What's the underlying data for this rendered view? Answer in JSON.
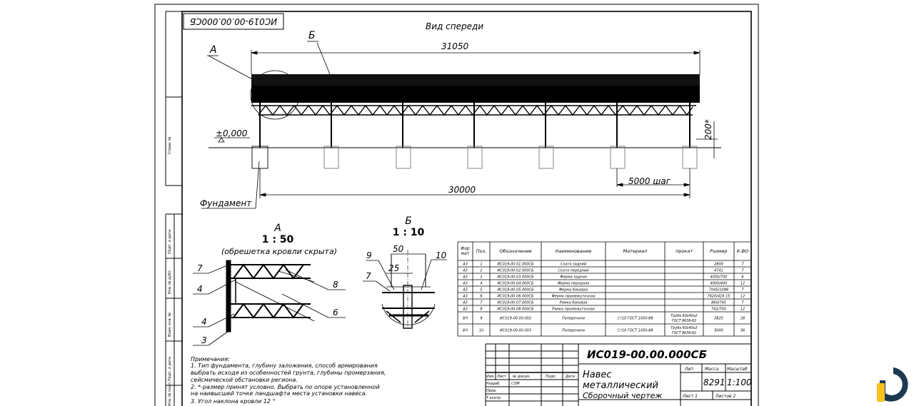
{
  "drawing": {
    "stamp_rotated": "ИС019-00.00.000СБ",
    "view_title": "Вид спереди",
    "callout_a": "А",
    "callout_b": "Б",
    "dim_total": "31050",
    "dim_axes": "30000",
    "dim_step": "5000 шаг",
    "dim_height": "200*",
    "level": "±0,000",
    "foundation_label": "Фундамент"
  },
  "left_strip": {
    "labels": [
      "Справ. №",
      "Подп. и дата",
      "Инв. № дубл.",
      "Взам. инв. №",
      "Подп. и дата",
      "Инв. № подл."
    ]
  },
  "detail_a": {
    "title": "А",
    "scale": "1 : 50",
    "note": "(обрешетка кровли скрыта)",
    "leaders": [
      "7",
      "4",
      "4",
      "3",
      "8",
      "6"
    ]
  },
  "detail_b": {
    "title": "Б",
    "scale": "1 : 10",
    "dim_50": "50",
    "dim_25": "25",
    "leaders": [
      "9",
      "7",
      "10"
    ]
  },
  "notes": {
    "heading": "Примечания:",
    "lines": [
      "1. Тип фундамента, глубину заложения, способ армирования",
      "выбрать исходя из особенностей грунта, глубины промерзания,",
      "сейсмической обстановки региона.",
      "2. *-размер принят условно. Выбрать по опоре установленной",
      "на наивысшей точке ландшафта места установки навеса.",
      "3. Угол наклона кровли 12 °"
    ]
  },
  "spec_table": {
    "headers": [
      "Фор мат",
      "Поз.",
      "Обозначение",
      "Наименование",
      "Материал",
      "прокат",
      "Размер",
      "К-ВО"
    ],
    "rows": [
      [
        "А3",
        "1",
        "ИС019-00.01.000СБ",
        "Ската задний",
        "",
        "",
        "2800",
        "7"
      ],
      [
        "А3",
        "2",
        "ИС019-00.02.000СБ",
        "Ската передний",
        "",
        "",
        "4741",
        "7"
      ],
      [
        "А3",
        "3",
        "ИС019-00.03.000СБ",
        "Ферма задняя",
        "",
        "",
        "4050/700",
        "6"
      ],
      [
        "А3",
        "4",
        "ИС019-00.04.000СБ",
        "Ферма передняя",
        "",
        "",
        "4000/400",
        "12"
      ],
      [
        "А3",
        "5",
        "ИС019-00.05.000СБ",
        "Ферма боковая",
        "",
        "",
        "7045/1098",
        "7"
      ],
      [
        "А3",
        "6",
        "ИС019-00.06.000СБ",
        "Ферма промежуточная",
        "",
        "",
        "7620/416 15",
        "12"
      ],
      [
        "А3",
        "7",
        "ИС019-00.07.000СБ",
        "Рамка боковая",
        "",
        "",
        "860/745",
        "7"
      ],
      [
        "А3",
        "8",
        "ИС019-00.08.000СБ",
        "Рамка промежуточная",
        "",
        "",
        "741/700",
        "12"
      ],
      [
        "БЧ",
        "9",
        "ИС019-00.00.002",
        "Поперечина",
        "Ст10 ГОСТ 1050-88",
        "Труба 60x40x2 ГОСТ 8639-82",
        "5825",
        "28"
      ],
      [
        "БЧ",
        "10",
        "ИС019-00.00.003",
        "Поперечина",
        "Ст10 ГОСТ 1050-88",
        "Труба 60x40x2 ГОСТ 8639-82",
        "5000",
        "56"
      ]
    ]
  },
  "title_block": {
    "doc_code": "ИС019-00.00.000СБ",
    "name_lines": [
      "Навес",
      "металлический",
      "Сборочный чертеж"
    ],
    "lit_label": "Лит.",
    "mass_label": "Масса",
    "scale_label": "Масштаб",
    "mass_value": "8291",
    "scale_value": "1:100",
    "sheet_label": "Лист 1",
    "sheets_label": "Листов 2",
    "sig_headers": [
      "Изм.",
      "Лист",
      "№ докум.",
      "Подп.",
      "Дата"
    ],
    "row_labels": [
      "Разраб.",
      "Пров.",
      "Т.контр."
    ],
    "developer": "СОМ"
  },
  "colors": {
    "logo_yellow": "#f6c21c",
    "logo_dark": "#1b3a52"
  }
}
